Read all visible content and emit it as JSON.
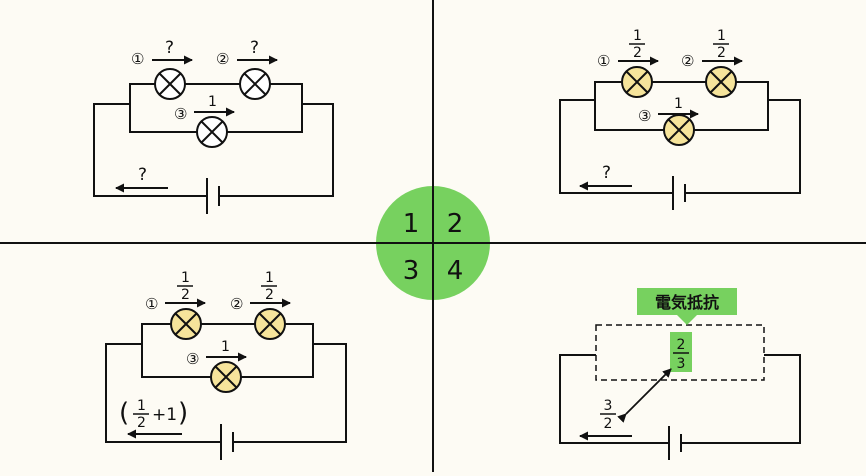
{
  "quadrants": [
    "1",
    "2",
    "3",
    "4"
  ],
  "circled": {
    "one": "①",
    "two": "②",
    "three": "③"
  },
  "q1": {
    "i1": "?",
    "i2": "?",
    "i3": "1",
    "total": "?"
  },
  "q2": {
    "i1_num": "1",
    "i1_den": "2",
    "i2_num": "1",
    "i2_den": "2",
    "i3": "1",
    "total": "?"
  },
  "q3": {
    "i1_num": "1",
    "i1_den": "2",
    "i2_num": "1",
    "i2_den": "2",
    "i3": "1",
    "total_paren_open": "(",
    "total_num": "1",
    "total_den": "2",
    "total_plus_one": "+1",
    "total_paren_close": ")"
  },
  "q4": {
    "label": "電気抵抗",
    "r_num": "2",
    "r_den": "3",
    "i_num": "3",
    "i_den": "2"
  },
  "colors": {
    "accent_green": "#77d15f",
    "bulb_lit": "#f6e49b",
    "wire": "#111111"
  }
}
